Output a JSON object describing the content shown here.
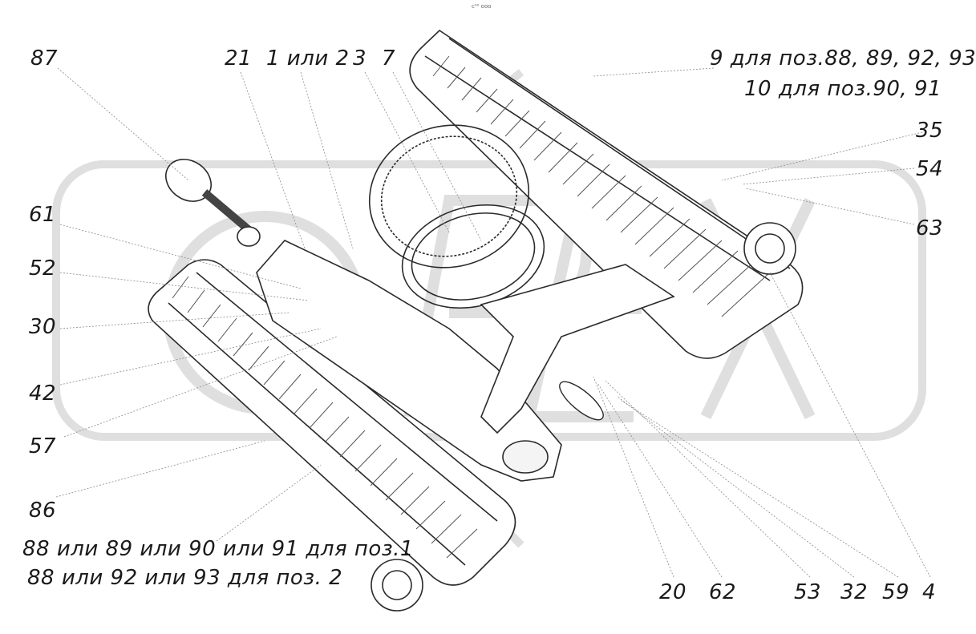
{
  "header": {
    "tiny_mark": "c⁰⁰ ooo"
  },
  "watermark": {
    "text": "OPEX",
    "color": "#d9d9d9"
  },
  "colors": {
    "line": "#2a2a2a",
    "leader": "#8a8a8a",
    "text": "#1a1a1a"
  },
  "callouts": {
    "c87": "87",
    "c21": "21",
    "c1or2": "1 или 2",
    "c3": "3",
    "c7": "7",
    "c9": "9 для поз.88, 89, 92, 93",
    "c10": "10 для поз.90, 91",
    "c35": "35",
    "c54": "54",
    "c63": "63",
    "c61": "61",
    "c52": "52",
    "c30": "30",
    "c42": "42",
    "c57": "57",
    "c86": "86",
    "c88a": "88 или 89 или 90 или 91 для поз.1",
    "c88b": "88 или 92 или 93 для поз. 2",
    "c20": "20",
    "c62": "62",
    "c53": "53",
    "c32": "32",
    "c59": "59",
    "c4": "4"
  }
}
